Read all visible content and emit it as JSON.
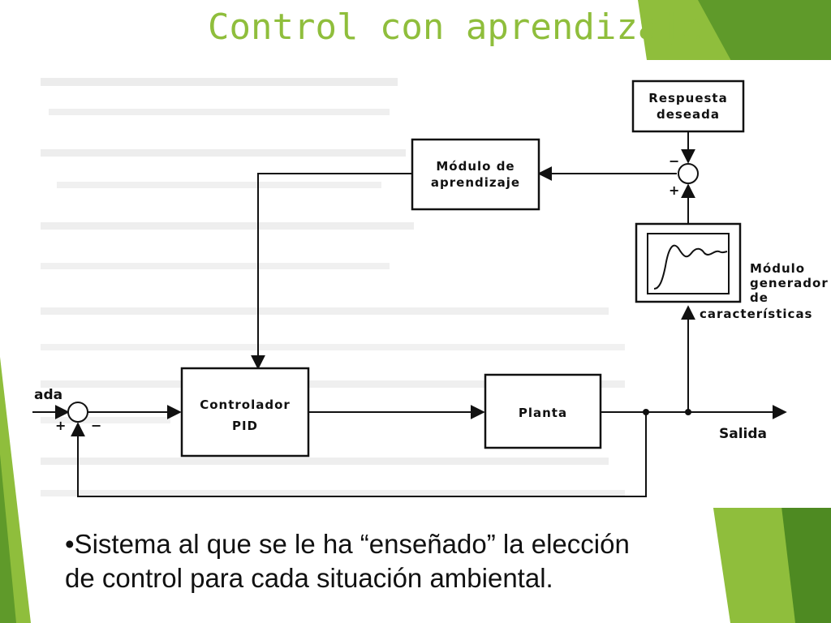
{
  "slide": {
    "title": "Control con aprendizaje",
    "caption_line1": "•Sistema al que se le ha “enseñado” la elección",
    "caption_line2": "de control para cada situación ambiental."
  },
  "theme": {
    "accent_light": "#8fbe3c",
    "accent_dark": "#5f9a2a",
    "line": "#111111"
  },
  "diagram": {
    "blocks": {
      "respuesta_line1": "Respuesta",
      "respuesta_line2": "deseada",
      "aprendizaje_line1": "Módulo de",
      "aprendizaje_line2": "aprendizaje",
      "generador_line1": "Módulo",
      "generador_line2": "generador",
      "generador_line3": "de",
      "generador_line4": "características",
      "controlador_line1": "Controlador",
      "controlador_line2": "PID",
      "planta": "Planta"
    },
    "signals": {
      "entrada": "ada",
      "salida": "Salida"
    },
    "signs": {
      "sum_in_plus": "+",
      "sum_in_minus": "−",
      "sum_top_minus": "−",
      "sum_top_plus": "+"
    }
  }
}
